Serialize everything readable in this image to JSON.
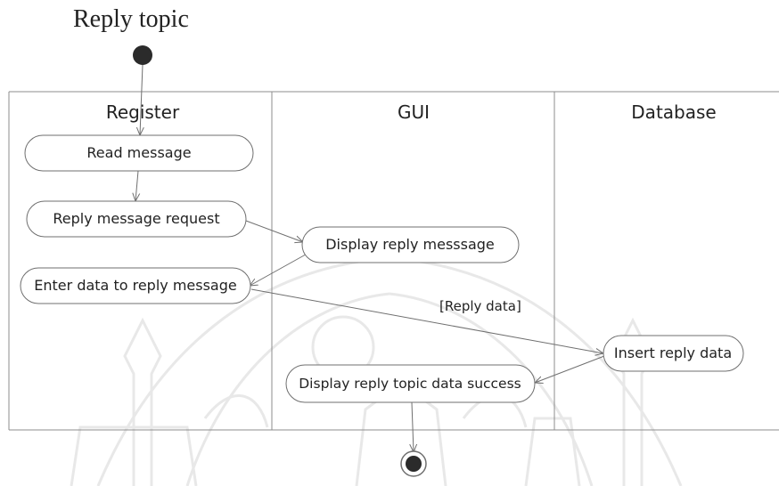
{
  "title": "Reply topic",
  "swimlanes": [
    {
      "name": "Register"
    },
    {
      "name": "GUI"
    },
    {
      "name": "Database"
    }
  ],
  "nodes": {
    "read_message": "Read message",
    "reply_message_request": "Reply message request",
    "display_reply_message": "Display reply messsage",
    "enter_data": "Enter data to reply message",
    "insert_reply_data": "Insert reply data",
    "display_success": "Display reply topic data success"
  },
  "guards": {
    "reply_data": "[Reply data]"
  },
  "colors": {
    "line": "#6f6f6f",
    "text": "#222222",
    "node_fill": "#ffffff",
    "start_fill": "#2b2b2b"
  }
}
